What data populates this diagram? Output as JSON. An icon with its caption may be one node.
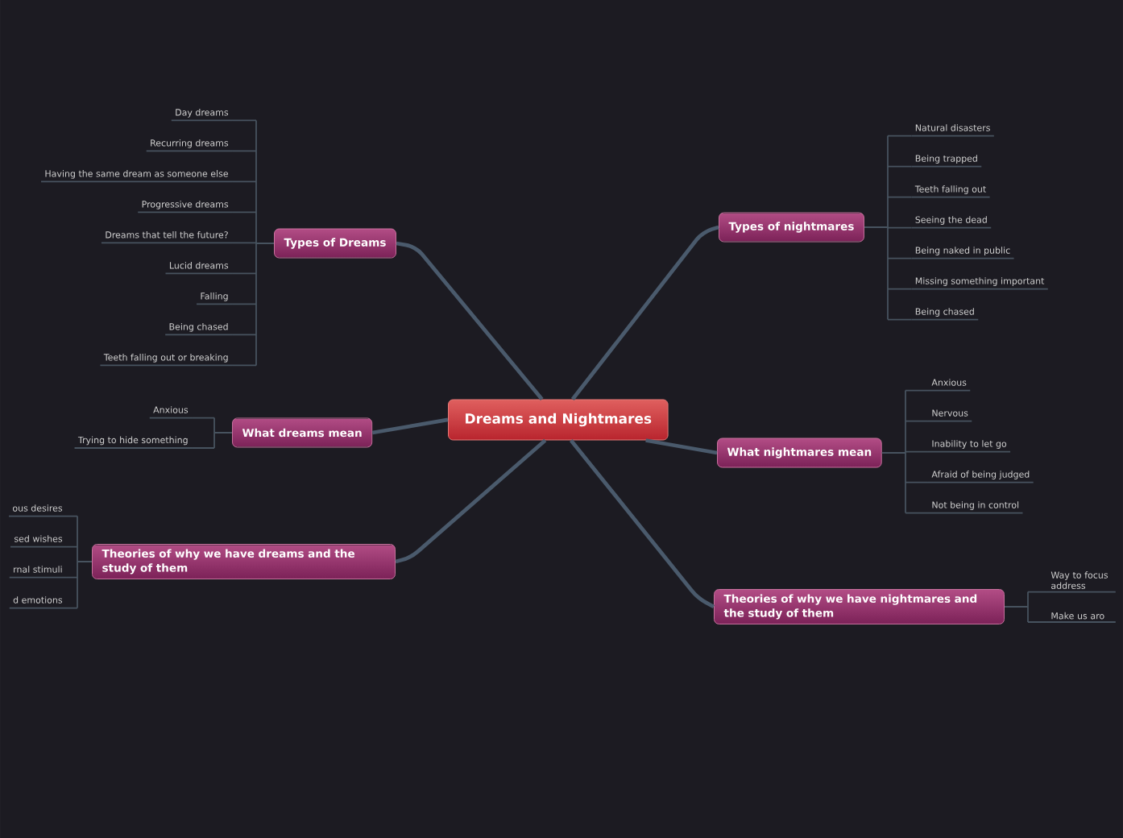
{
  "diagram": {
    "nodes": [
      {
        "text": [
          "Dreams and Nightmares"
        ]
      },
      {
        "text": [
          "Types of Dreams"
        ]
      },
      {
        "text": [
          "Day dreams"
        ]
      },
      {
        "text": [
          "Recurring dreams"
        ]
      },
      {
        "text": [
          "Having the same dream as someone else"
        ]
      },
      {
        "text": [
          "Progressive dreams"
        ]
      },
      {
        "text": [
          "Dreams that tell the future?"
        ]
      },
      {
        "text": [
          "Lucid dreams"
        ]
      },
      {
        "text": [
          "Falling"
        ]
      },
      {
        "text": [
          "Being chased"
        ]
      },
      {
        "text": [
          "Teeth falling out or breaking"
        ]
      },
      {
        "text": [
          "What dreams mean"
        ]
      },
      {
        "text": [
          "Anxious"
        ]
      },
      {
        "text": [
          "Trying to hide something"
        ]
      },
      {
        "text": [
          "Theories of why we have dreams and the study of them"
        ]
      },
      {
        "text": [
          "ous desires"
        ]
      },
      {
        "text": [
          "sed wishes"
        ]
      },
      {
        "text": [
          "rnal stimuli"
        ]
      },
      {
        "text": [
          "d emotions"
        ]
      },
      {
        "text": [
          "Types of nightmares"
        ]
      },
      {
        "text": [
          "Natural disasters"
        ]
      },
      {
        "text": [
          "Being trapped"
        ]
      },
      {
        "text": [
          "Teeth falling out"
        ]
      },
      {
        "text": [
          "Seeing the dead"
        ]
      },
      {
        "text": [
          "Being naked in public"
        ]
      },
      {
        "text": [
          "Missing something important"
        ]
      },
      {
        "text": [
          "Being chased"
        ]
      },
      {
        "text": [
          "What nightmares mean"
        ]
      },
      {
        "text": [
          "Anxious"
        ]
      },
      {
        "text": [
          "Nervous"
        ]
      },
      {
        "text": [
          "Inability to let go"
        ]
      },
      {
        "text": [
          "Afraid of being judged"
        ]
      },
      {
        "text": [
          "Not being in control"
        ]
      },
      {
        "text": [
          "Theories of why we have nightmares and the study of them"
        ]
      },
      {
        "text": [
          "Way to focus address"
        ]
      },
      {
        "text": [
          "Make us aro"
        ]
      }
    ],
    "edges": [
      {
        "from": 0,
        "to": 1,
        "arrow": "none",
        "style": "thick",
        "color": "#4a5a6c"
      },
      {
        "from": 0,
        "to": 11,
        "arrow": "none",
        "style": "thick",
        "color": "#4a5a6c"
      },
      {
        "from": 0,
        "to": 14,
        "arrow": "none",
        "style": "thick",
        "color": "#4a5a6c"
      },
      {
        "from": 0,
        "to": 19,
        "arrow": "none",
        "style": "thick",
        "color": "#4a5a6c"
      },
      {
        "from": 0,
        "to": 27,
        "arrow": "none",
        "style": "thick",
        "color": "#4a5a6c"
      },
      {
        "from": 0,
        "to": 33,
        "arrow": "none",
        "style": "thick",
        "color": "#4a5a6c"
      },
      {
        "from": 1,
        "to": 2,
        "arrow": "none"
      },
      {
        "from": 1,
        "to": 3,
        "arrow": "none"
      },
      {
        "from": 1,
        "to": 4,
        "arrow": "none"
      },
      {
        "from": 1,
        "to": 5,
        "arrow": "none"
      },
      {
        "from": 1,
        "to": 6,
        "arrow": "none"
      },
      {
        "from": 1,
        "to": 7,
        "arrow": "none"
      },
      {
        "from": 1,
        "to": 8,
        "arrow": "none"
      },
      {
        "from": 1,
        "to": 9,
        "arrow": "none"
      },
      {
        "from": 1,
        "to": 10,
        "arrow": "none"
      },
      {
        "from": 11,
        "to": 12,
        "arrow": "none"
      },
      {
        "from": 11,
        "to": 13,
        "arrow": "none"
      },
      {
        "from": 14,
        "to": 15,
        "arrow": "none"
      },
      {
        "from": 14,
        "to": 16,
        "arrow": "none"
      },
      {
        "from": 14,
        "to": 17,
        "arrow": "none"
      },
      {
        "from": 14,
        "to": 18,
        "arrow": "none"
      },
      {
        "from": 19,
        "to": 20,
        "arrow": "none"
      },
      {
        "from": 19,
        "to": 21,
        "arrow": "none"
      },
      {
        "from": 19,
        "to": 22,
        "arrow": "none"
      },
      {
        "from": 19,
        "to": 23,
        "arrow": "none"
      },
      {
        "from": 19,
        "to": 24,
        "arrow": "none"
      },
      {
        "from": 19,
        "to": 25,
        "arrow": "none"
      },
      {
        "from": 19,
        "to": 26,
        "arrow": "none"
      },
      {
        "from": 27,
        "to": 28,
        "arrow": "none"
      },
      {
        "from": 27,
        "to": 29,
        "arrow": "none"
      },
      {
        "from": 27,
        "to": 30,
        "arrow": "none"
      },
      {
        "from": 27,
        "to": 31,
        "arrow": "none"
      },
      {
        "from": 27,
        "to": 32,
        "arrow": "none"
      },
      {
        "from": 33,
        "to": 34,
        "arrow": "none"
      },
      {
        "from": 33,
        "to": 35,
        "arrow": "none"
      }
    ]
  }
}
